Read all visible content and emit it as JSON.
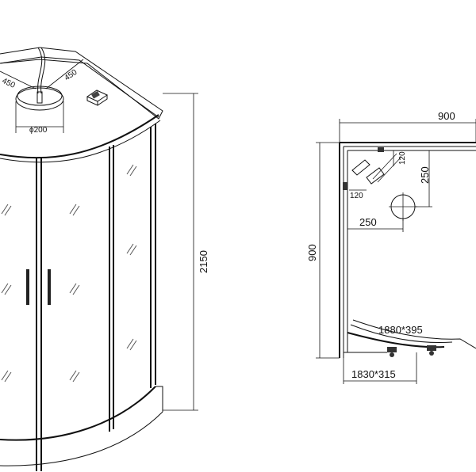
{
  "front_view": {
    "height_label": "2150",
    "width_left_label": "450",
    "width_right_label": "450",
    "diameter_label": "ϕ200"
  },
  "plan_view": {
    "overall_width_label": "900",
    "overall_depth_label": "900",
    "offset_top_label": "120",
    "offset_side_label": "120",
    "drain_y_label": "250",
    "drain_x_label": "250",
    "door_arc_label": "1880*395",
    "base_label": "1830*315"
  }
}
